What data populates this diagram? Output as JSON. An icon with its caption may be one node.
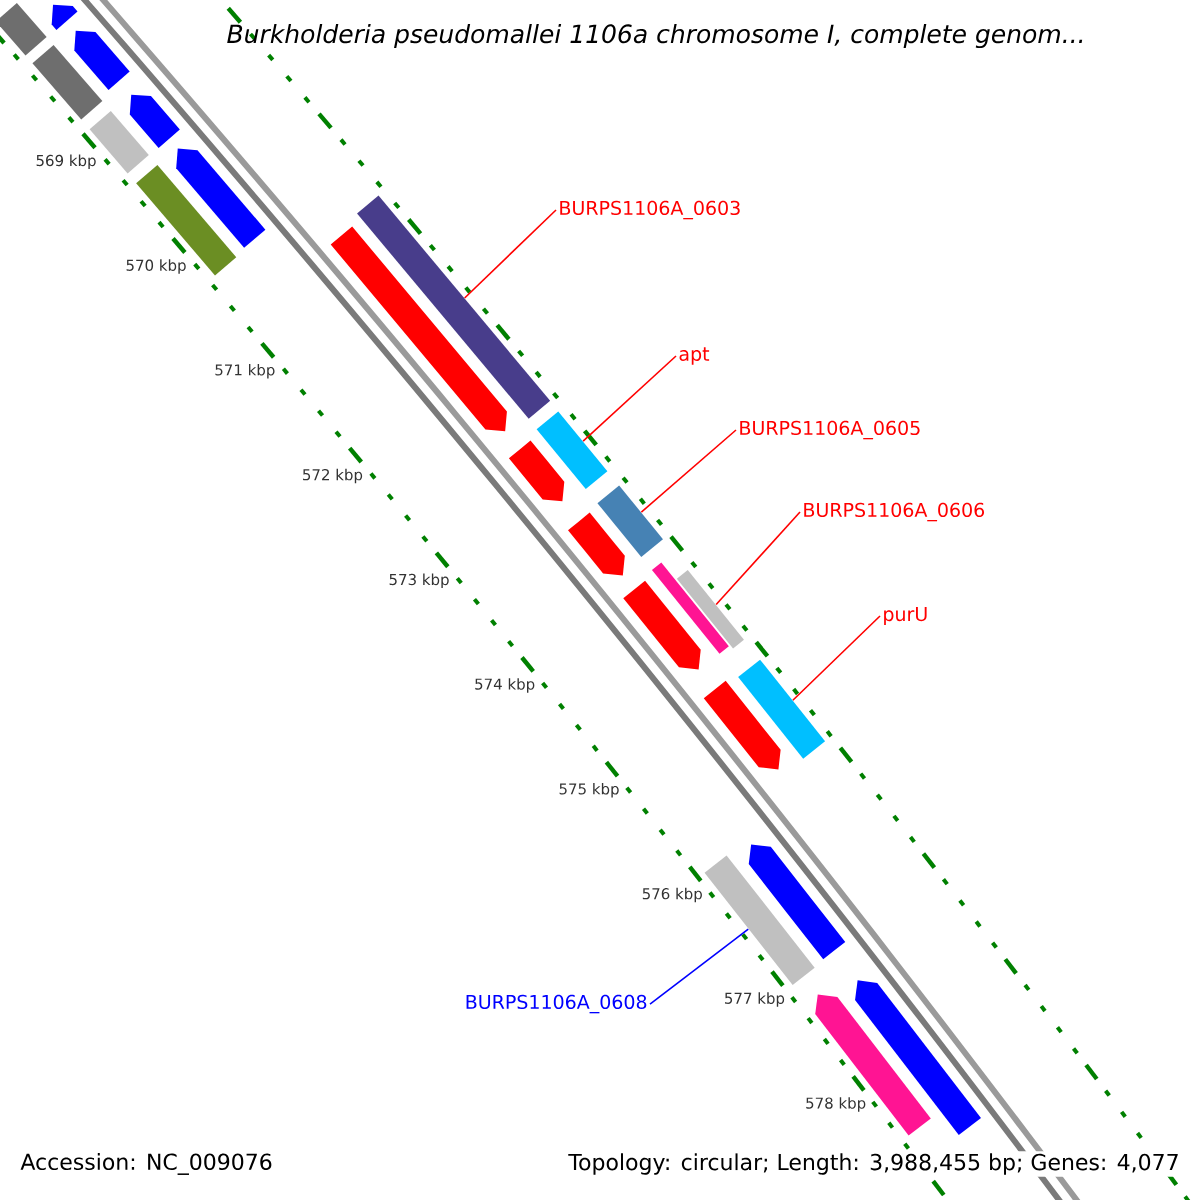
{
  "diagram": {
    "title": "Burkholderia pseudomallei 1106a chromosome I, complete genom...",
    "nodes": [
      {
        "text": [
          "BURPS1106A_0603"
        ]
      },
      {
        "text": [
          "apt"
        ]
      },
      {
        "text": [
          "BURPS1106A_0605"
        ]
      },
      {
        "text": [
          "BURPS1106A_0606"
        ]
      },
      {
        "text": [
          "purU"
        ]
      },
      {
        "text": [
          "BURPS1106A_0608"
        ]
      },
      {
        "text": [],
        "shape": "bar"
      },
      {
        "text": [],
        "shape": "bar"
      },
      {
        "text": [],
        "shape": "bar"
      },
      {
        "text": [],
        "shape": "bar"
      },
      {
        "text": [],
        "shape": "bar"
      },
      {
        "text": [],
        "shape": "bar"
      },
      {
        "text": [],
        "shape": "arrow"
      },
      {
        "text": [],
        "shape": "arrow"
      },
      {
        "text": [],
        "shape": "arrow"
      },
      {
        "text": [],
        "shape": "arrow"
      },
      {
        "text": [],
        "shape": "bar"
      },
      {
        "text": [],
        "shape": "bar"
      },
      {
        "text": [],
        "shape": "bar"
      },
      {
        "text": [],
        "shape": "bar"
      },
      {
        "text": [],
        "shape": "arrow"
      },
      {
        "text": [],
        "shape": "arrow"
      },
      {
        "text": [],
        "shape": "arrow"
      },
      {
        "text": [],
        "shape": "arrow"
      },
      {
        "text": [],
        "shape": "arrow"
      },
      {
        "text": [],
        "shape": "bar"
      },
      {
        "text": [],
        "shape": "arrow"
      },
      {
        "text": [],
        "shape": "arrow"
      },
      {
        "text": [],
        "shape": "arrow"
      }
    ],
    "edges": [
      {
        "from": 0,
        "to": 6,
        "arrow": "none"
      },
      {
        "from": 1,
        "to": 7,
        "arrow": "none"
      },
      {
        "from": 2,
        "to": 8,
        "arrow": "none"
      },
      {
        "from": 3,
        "to": 9,
        "arrow": "none"
      },
      {
        "from": 4,
        "to": 10,
        "arrow": "none"
      },
      {
        "from": 5,
        "to": 11,
        "arrow": "none",
        "color": "#0000ff"
      }
    ],
    "labels": [
      "569 kbp",
      "570 kbp",
      "571 kbp",
      "572 kbp",
      "573 kbp",
      "574 kbp",
      "575 kbp",
      "576 kbp",
      "577 kbp",
      "578 kbp",
      "Accession: NC_009076",
      "Topology: circular; Length: 3,988,455 bp; Genes: 4,077"
    ]
  }
}
